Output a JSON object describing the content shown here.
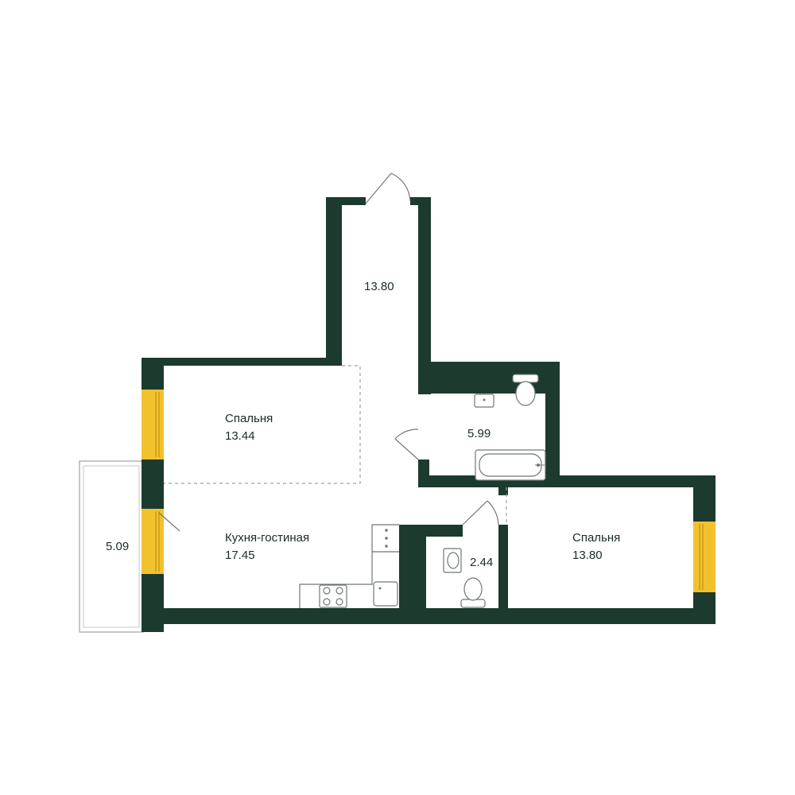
{
  "colors": {
    "wall": "#1c3a2e",
    "window": "#f2c12e",
    "window_frame": "#c79c14",
    "fixture_stroke": "#6f7873",
    "text": "#1b2b26"
  },
  "rooms": {
    "hall": {
      "area": "13.80"
    },
    "bathroom": {
      "area": "5.99"
    },
    "bedroom_left": {
      "name": "Спальня",
      "area": "13.44"
    },
    "kitchen_living": {
      "name": "Кухня-гостиная",
      "area": "17.45"
    },
    "balcony": {
      "area": "5.09"
    },
    "toilet": {
      "area": "2.44"
    },
    "bedroom_right": {
      "name": "Спальня",
      "area": "13.80"
    }
  },
  "icons": [
    "entrance-door-icon",
    "bathtub-icon",
    "toilet-icon",
    "sink-icon",
    "stove-icon",
    "kitchen-sink-icon",
    "window-icon"
  ]
}
